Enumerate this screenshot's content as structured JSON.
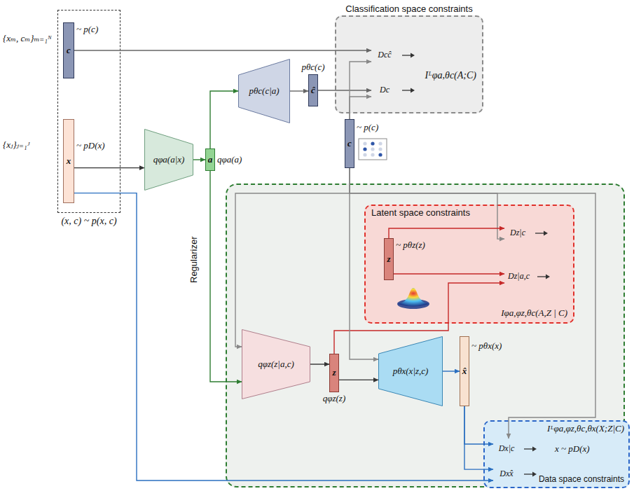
{
  "diagram": {
    "nodes": [
      {
        "text": [
          "(x, c) ~ p(x, c)"
        ]
      },
      {
        "text": [
          "c",
          "~ p(c)"
        ],
        "in": 0
      },
      {
        "text": [
          "x",
          "~ pD(x)"
        ],
        "in": 0
      },
      {
        "text": [
          "qφa(a|x)"
        ]
      },
      {
        "text": [
          "a",
          "qφa(a)"
        ]
      },
      {
        "text": [
          "pθc(c|a)"
        ]
      },
      {
        "text": [
          "pθc(c)",
          "ĉ"
        ]
      },
      {
        "text": [
          "Classification space constraints",
          "Iᴸφa,θc(A;C)"
        ]
      },
      {
        "text": [
          "Dcĉ"
        ],
        "in": 7
      },
      {
        "text": [
          "Dc"
        ],
        "in": 7
      },
      {
        "text": [
          "c",
          "~ p(c)"
        ]
      },
      {
        "text": [
          "Regularizer"
        ]
      },
      {
        "text": [
          "Latent space constraints",
          "Iφa,φz,θc(A,Z | C)"
        ],
        "in": 11
      },
      {
        "text": [
          "z",
          "~ pθz(z)"
        ],
        "in": 12
      },
      {
        "text": [
          "Dz|c"
        ],
        "in": 12
      },
      {
        "text": [
          "Dz|a,c"
        ],
        "in": 12
      },
      {
        "text": [
          "qφz(z|a,c)"
        ],
        "in": 11
      },
      {
        "text": [
          "z",
          "qφz(z)"
        ],
        "in": 11
      },
      {
        "text": [
          "pθx(x|z,c)"
        ],
        "in": 11
      },
      {
        "text": [
          "x̂",
          "~ pθx(x)"
        ],
        "in": 11
      },
      {
        "text": [
          "Iᴸφa,φz,θc,θx(X;Z|C)",
          "Data space constraints"
        ],
        "in": 11
      },
      {
        "text": [
          "Dx|c"
        ],
        "in": 20
      },
      {
        "text": [
          "Dxx̂"
        ],
        "in": 20
      }
    ],
    "edges": [
      {
        "from": 1,
        "to": 8,
        "arrow": "to"
      },
      {
        "from": 2,
        "to": 3,
        "arrow": "to"
      },
      {
        "from": 3,
        "to": 4,
        "arrow": "to"
      },
      {
        "from": 4,
        "to": 5,
        "arrow": "to"
      },
      {
        "from": 5,
        "to": 6,
        "arrow": "to"
      },
      {
        "from": 6,
        "to": 9,
        "arrow": "to"
      },
      {
        "from": 10,
        "to": 9,
        "arrow": "to"
      },
      {
        "from": 10,
        "to": 8,
        "arrow": "to"
      },
      {
        "from": 4,
        "to": 16,
        "arrow": "to"
      },
      {
        "from": 10,
        "to": 16,
        "arrow": "to"
      },
      {
        "from": 10,
        "to": 14,
        "arrow": "to"
      },
      {
        "from": 13,
        "to": 14,
        "arrow": "to"
      },
      {
        "from": 13,
        "to": 15,
        "arrow": "to"
      },
      {
        "from": 17,
        "to": 15,
        "arrow": "to"
      },
      {
        "from": 16,
        "to": 17,
        "arrow": "to"
      },
      {
        "from": 17,
        "to": 18,
        "arrow": "to"
      },
      {
        "from": 10,
        "to": 18,
        "arrow": "to"
      },
      {
        "from": 18,
        "to": 19,
        "arrow": "to"
      },
      {
        "from": 19,
        "to": 21,
        "arrow": "to"
      },
      {
        "from": 19,
        "to": 22,
        "arrow": "to"
      },
      {
        "from": 2,
        "to": 22,
        "arrow": "to"
      },
      {
        "from": 10,
        "to": 21,
        "arrow": "to"
      }
    ],
    "labels": [
      "{xₘ, cₘ}ₘ₌₁ᴺ",
      "{xⱼ}ⱼ₌₁ᴶ",
      "x ~ pD(x)"
    ]
  }
}
